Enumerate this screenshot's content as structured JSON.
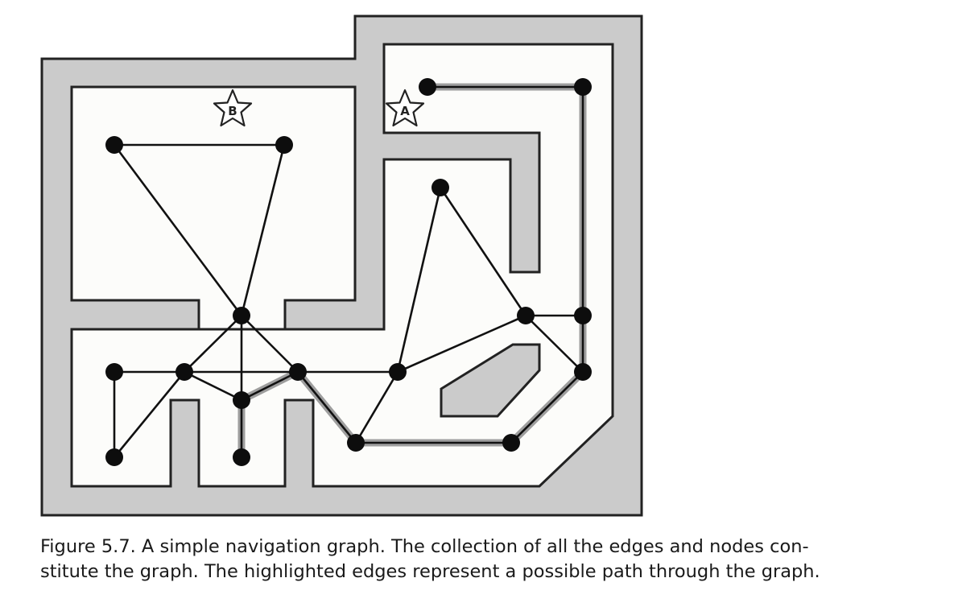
{
  "figure": {
    "caption_lines": [
      "Figure 5.7. A simple navigation graph. The collection of all the edges and nodes con-",
      "stitute the graph. The highlighted edges represent a possible path through the graph."
    ],
    "star_labels": {
      "a": "A",
      "b": "B"
    }
  },
  "colors": {
    "wall": "#cbcbcb",
    "outline": "#222222",
    "floor": "#fcfcfa",
    "path_highlight": "#9e9e9e",
    "node": "#0d0d0d"
  }
}
